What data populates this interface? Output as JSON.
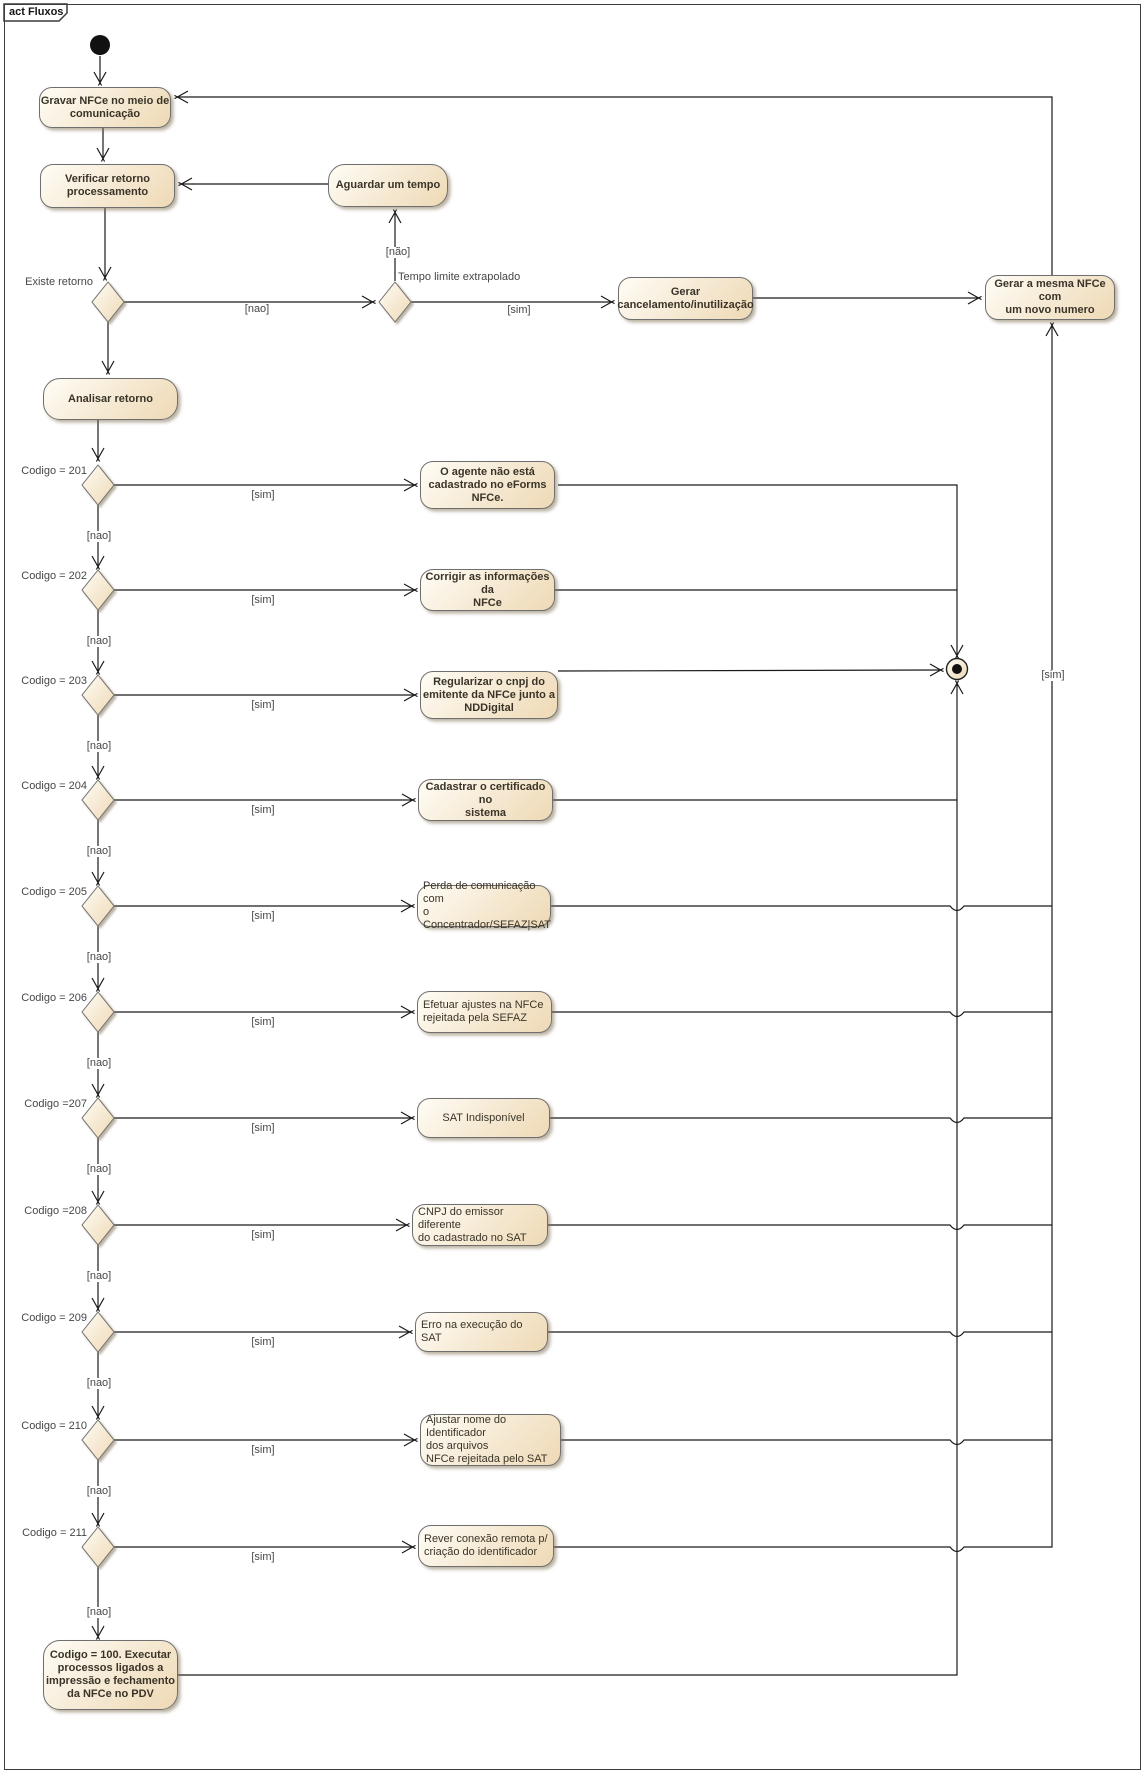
{
  "frame": {
    "title": "act Fluxos"
  },
  "activities": {
    "gravar": "Gravar NFCe no meio de\ncomunicação",
    "verificar": "Verificar retorno\nprocessamento",
    "aguardar": "Aguardar um tempo",
    "gerar_cancelamento": "Gerar\ncancelamento/inutilização",
    "gerar_mesma_nfce": "Gerar a mesma NFCe com\num novo numero",
    "analisar": "Analisar retorno",
    "codigo_100": "Codigo = 100. Executar\nprocessos ligados a\nimpressão e fechamento\nda NFCe no PDV"
  },
  "decisions": {
    "existe_retorno": "Existe retorno",
    "tempo_limite": "Tempo limite extrapolado",
    "c201": "Codigo = 201",
    "c202": "Codigo = 202",
    "c203": "Codigo = 203",
    "c204": "Codigo = 204",
    "c205": "Codigo = 205",
    "c206": "Codigo = 206",
    "c207": "Codigo =207",
    "c208": "Codigo =208",
    "c209": "Codigo = 209",
    "c210": "Codigo = 210",
    "c211": "Codigo = 211"
  },
  "actions": {
    "a201": "O agente não está\ncadastrado no eForms\nNFCe.",
    "a202": "Corrigir as informações da\nNFCe",
    "a203": "Regularizar o cnpj do\nemitente da NFCe junto a\nNDDigital",
    "a204": "Cadastrar o certificado no\nsistema",
    "a205": "Perda de comunicação com\no Concentrador/SEFAZ|SAT",
    "a206": "Efetuar ajustes na NFCe\nrejeitada pela SEFAZ",
    "a207": "SAT Indisponível",
    "a208": "CNPJ do emissor diferente\ndo cadastrado no SAT",
    "a209": "Erro na execução do SAT",
    "a210": "Ajustar nome do Identificador\ndos arquivos\nNFCe rejeitada pelo SAT",
    "a211": "Rever conexão remota p/\ncriação do identificador"
  },
  "guards": {
    "sim": "[sim]",
    "nao": "[nao]",
    "nao_acc": "[não]"
  },
  "colors": {
    "node_fill_start": "#fffdf6",
    "node_fill_end": "#eed9b5",
    "line": "#1a1a1a"
  }
}
